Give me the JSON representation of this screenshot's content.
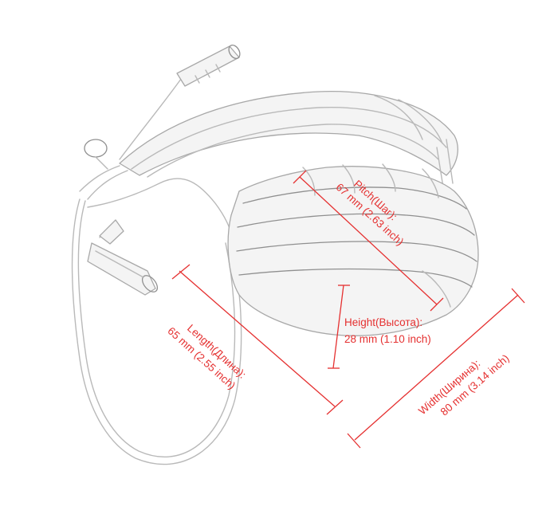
{
  "dimensions": {
    "pitch": {
      "name": "Pitch(Шаг):",
      "value": "67 mm (2.63 inch)"
    },
    "height": {
      "name": "Height(Высота):",
      "value": "28 mm (1.10 inch)"
    },
    "length": {
      "name": "Length(Длина):",
      "value": "65 mm (2.55 inch)"
    },
    "width": {
      "name": "Width(Ширина):",
      "value": "80 mm (3.14 inch)"
    }
  },
  "colors": {
    "annotation": "#e53030",
    "sketch": "#b9b9b9"
  }
}
